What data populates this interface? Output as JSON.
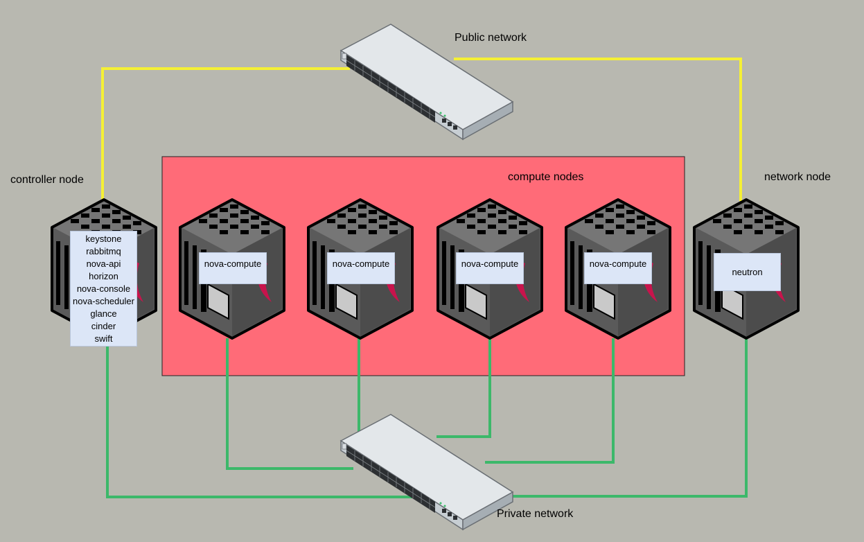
{
  "labels": {
    "public_network": "Public network",
    "private_network": "Private network",
    "controller_node": "controller node",
    "network_node": "network node",
    "compute_nodes": "compute nodes"
  },
  "controller": {
    "services": [
      "keystone",
      "rabbitmq",
      "nova-api",
      "horizon",
      "nova-console",
      "nova-scheduler",
      "glance",
      "cinder",
      "swift"
    ]
  },
  "compute": {
    "services": [
      "nova-compute",
      "nova-compute",
      "nova-compute",
      "nova-compute"
    ]
  },
  "network": {
    "services": [
      "neutron"
    ]
  },
  "colors": {
    "background": "#b8b8b0",
    "compute_region": "#ff6b78",
    "public_link": "#f5f035",
    "private_link": "#3cb86a",
    "service_box": "#dce6f7",
    "switch_body": "#bfc6cc",
    "server_body": "#5a5a5a",
    "server_accent": "#c8144c"
  },
  "icons": [
    "network-switch-icon",
    "server-icon"
  ]
}
